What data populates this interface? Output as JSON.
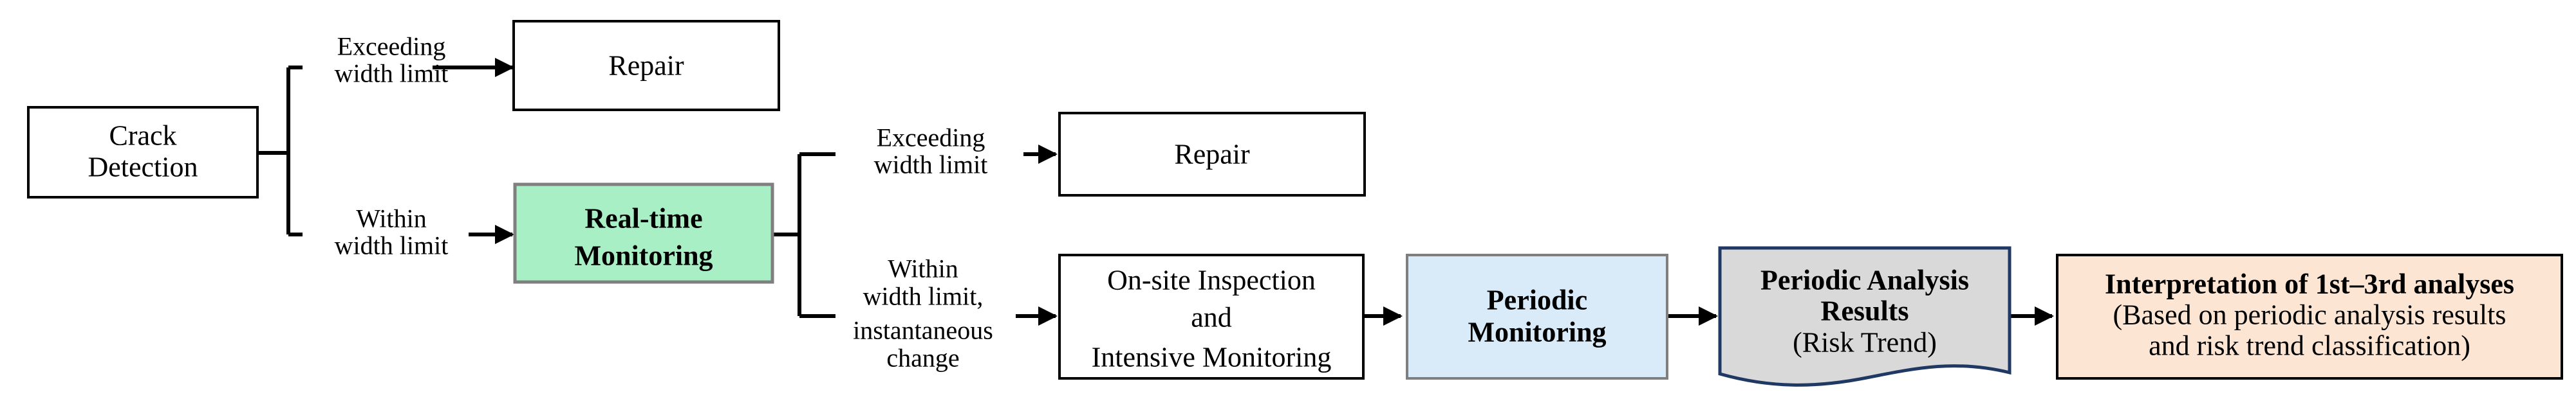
{
  "nodes": {
    "crack_detection": [
      "Crack",
      "Detection"
    ],
    "repair_1": [
      "Repair"
    ],
    "realtime_monitoring": [
      "Real-time",
      "Monitoring"
    ],
    "repair_2": [
      "Repair"
    ],
    "onsite_inspection": [
      "On-site Inspection",
      "and",
      "Intensive Monitoring"
    ],
    "periodic_monitoring": [
      "Periodic",
      "Monitoring"
    ],
    "periodic_analysis": {
      "title": [
        "Periodic Analysis",
        "Results"
      ],
      "subtitle": "(Risk Trend)"
    },
    "interpretation": {
      "title": "Interpretation of 1st–3rd analyses",
      "detail": [
        "(Based on periodic analysis results",
        "and risk trend classification)"
      ]
    }
  },
  "edge_labels": {
    "exceeding_1": [
      "Exceeding",
      "width limit"
    ],
    "within_1": [
      "Within",
      "width limit"
    ],
    "exceeding_2": [
      "Exceeding",
      "width limit"
    ],
    "within_2": [
      "Within",
      "width limit,",
      "instantaneous",
      "change"
    ]
  },
  "colors": {
    "realtime_fill": "#a9efc6",
    "periodic_fill": "#d9ebf8",
    "analysis_fill": "#d9d9d9",
    "interpretation_fill": "#fde5d3",
    "analysis_stroke": "#1f3864",
    "line": "#000000"
  }
}
